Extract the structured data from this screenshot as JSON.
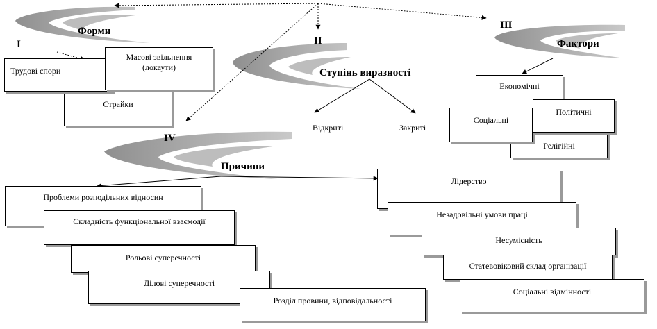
{
  "sections": {
    "I": {
      "numeral": "I",
      "title": "Форми",
      "items": [
        "Трудові спори",
        "Масові звільнення (локаути)",
        "Страйки"
      ]
    },
    "II": {
      "numeral": "II",
      "title": "Ступінь виразності",
      "items": [
        "Відкриті",
        "Закриті"
      ]
    },
    "III": {
      "numeral": "III",
      "title": "Фактори",
      "items": [
        "Економічні",
        "Соціальні",
        "Політичні",
        "Релігійні"
      ]
    },
    "IV": {
      "numeral": "IV",
      "title": "Причини",
      "items_left": [
        "Проблеми розподільних відносин",
        "Складність функціональної взаємодії",
        "Рольові суперечності",
        "Ділові суперечності",
        "Розділ провини, відповідальності"
      ],
      "items_right": [
        "Лідерство",
        "Незадовільні умови праці",
        "Несумісність",
        "Статевовіковий склад організації",
        "Соціальні відмінності"
      ]
    }
  }
}
